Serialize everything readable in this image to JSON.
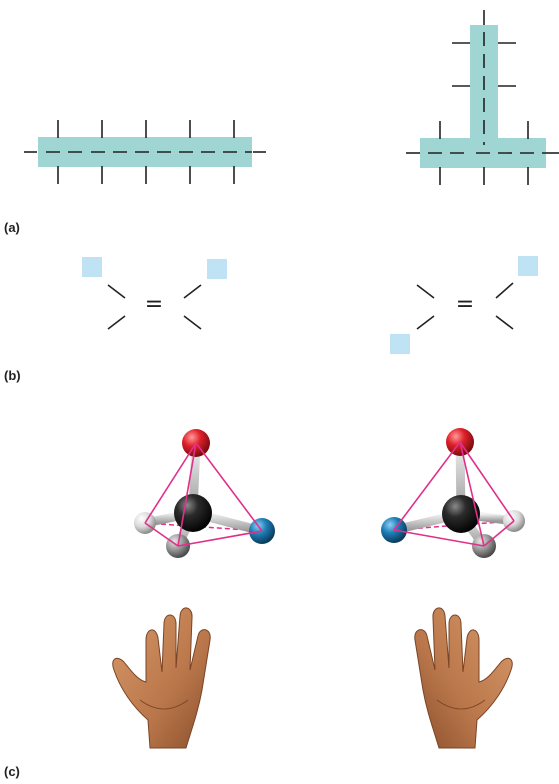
{
  "panels": {
    "a": {
      "label": "(a)"
    },
    "b": {
      "label": "(b)",
      "bond_symbol": "="
    },
    "c": {
      "label": "(c)"
    }
  },
  "colors": {
    "backbone_fill": "#9fd5d2",
    "bond_line": "#222222",
    "substituent_square": "#bfe3f4",
    "atom_red": "#e0202a",
    "atom_black": "#2b2b2b",
    "atom_blue": "#1f7fb8",
    "atom_gray": "#bfbfbf",
    "tetrahedron_edge": "#e0308a",
    "skin": "#b9764a"
  }
}
